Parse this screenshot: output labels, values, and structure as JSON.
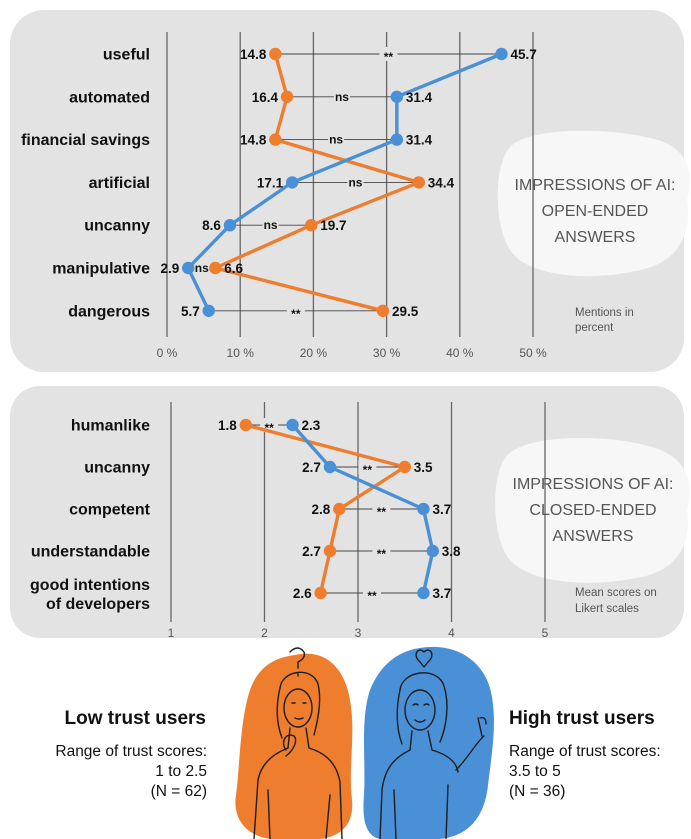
{
  "colors": {
    "low": "#ee7d2e",
    "high": "#4a90d6",
    "panel": "#e3e3e3",
    "grid": "#666666",
    "bubble": "#f7f7f7"
  },
  "top": {
    "title": [
      "IMPRESSIONS OF AI:",
      "OPEN-ENDED",
      "ANSWERS"
    ],
    "note": [
      "Mentions in",
      "percent"
    ],
    "ticks": [
      "0 %",
      "10 %",
      "20 %",
      "30 %",
      "40 %",
      "50 %"
    ]
  },
  "bottom": {
    "title": [
      "IMPRESSIONS OF AI:",
      "CLOSED-ENDED",
      "ANSWERS"
    ],
    "note": [
      "Mean scores on",
      "Likert scales"
    ],
    "ticks": [
      "1",
      "2",
      "3",
      "4",
      "5"
    ]
  },
  "legend": {
    "low": {
      "title": "Low trust users",
      "line1": "Range of trust scores:",
      "line2": "1 to 2.5",
      "line3": "(N = 62)",
      "icon": "question-mark-icon"
    },
    "high": {
      "title": "High trust users",
      "line1": "Range of trust scores:",
      "line2": "3.5 to 5",
      "line3": "(N = 36)",
      "icon": "heart-icon"
    }
  },
  "chart_data": [
    {
      "type": "scatter",
      "title": "IMPRESSIONS OF AI: OPEN-ENDED ANSWERS",
      "xlabel": "Mentions in percent",
      "xlim": [
        0,
        50
      ],
      "grid": true,
      "categories": [
        "useful",
        "automated",
        "financial savings",
        "artificial",
        "uncanny",
        "manipulative",
        "dangerous"
      ],
      "series": [
        {
          "name": "Low trust users",
          "color": "#ee7d2e",
          "values": [
            14.8,
            16.4,
            14.8,
            34.4,
            19.7,
            6.6,
            29.5
          ]
        },
        {
          "name": "High trust users",
          "color": "#4a90d6",
          "values": [
            45.7,
            31.4,
            31.4,
            17.1,
            8.6,
            2.9,
            5.7
          ]
        }
      ],
      "significance": [
        "**",
        "ns",
        "ns",
        "ns",
        "ns",
        "ns",
        "**"
      ]
    },
    {
      "type": "scatter",
      "title": "IMPRESSIONS OF AI: CLOSED-ENDED ANSWERS",
      "xlabel": "Mean scores on Likert scales",
      "xlim": [
        1,
        5
      ],
      "grid": true,
      "categories": [
        "humanlike",
        "uncanny",
        "competent",
        "understandable",
        "good intentions of developers"
      ],
      "category_lines": [
        [
          "humanlike"
        ],
        [
          "uncanny"
        ],
        [
          "competent"
        ],
        [
          "understandable"
        ],
        [
          "good intentions",
          "of developers"
        ]
      ],
      "series": [
        {
          "name": "Low trust users",
          "color": "#ee7d2e",
          "values": [
            1.8,
            3.5,
            2.8,
            2.7,
            2.6
          ]
        },
        {
          "name": "High trust users",
          "color": "#4a90d6",
          "values": [
            2.3,
            2.7,
            3.7,
            3.8,
            3.7
          ]
        }
      ],
      "significance": [
        "**",
        "**",
        "**",
        "**",
        "**"
      ]
    }
  ]
}
